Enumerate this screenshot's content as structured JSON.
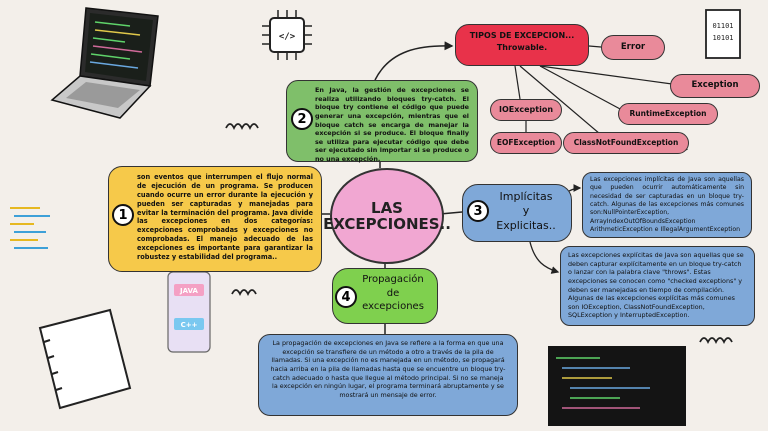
{
  "center_topic": "LAS EXCEPCIONES..",
  "exception_tree": {
    "root": "TIPOS DE EXCEPCION... Throwable.",
    "root_line1": "TIPOS DE EXCEPCION...",
    "root_line2": "Throwable.",
    "error": "Error",
    "exception": "Exception",
    "runtime": "RuntimeException",
    "ioexception": "IOException",
    "eofexception": "EOFException",
    "classnotfound": "ClassNotFoundException"
  },
  "sections": {
    "s1": {
      "number": "1",
      "text": "son eventos que interrumpen el flujo normal de ejecución de un programa. Se producen cuando ocurre un error durante la ejecución y pueden ser capturadas y manejadas para evitar la terminación del programa. Java divide las excepciones en dos categorías: excepciones comprobadas y excepciones no comprobadas. El manejo adecuado de las excepciones es importante para garantizar la robustez y estabilidad del programa.."
    },
    "s2": {
      "number": "2",
      "text": "En Java, la gestión de excepciones se realiza utilizando bloques try-catch. El bloque try contiene el código que puede generar una excepción, mientras que el bloque catch se encarga de manejar la excepción si se produce. El bloque finally se utiliza para ejecutar código que debe ser ejecutado sin importar si se produce o no una excepción."
    },
    "s3": {
      "number": "3",
      "title_line1": "Implícitas",
      "title_line2": "y",
      "title_line3": "Explicitas..",
      "implicit_text": "Las excepciones implícitas de Java son aquellas que pueden ocurrir automáticamente sin necesidad de ser capturadas en un bloque try-catch. Algunas de las excepciones más comunes son:NullPointerException, ArrayIndexOutOfBoundsException ArithmeticException e IllegalArgumentException",
      "explicit_text": "Las excepciones explícitas de Java son aquellas que se deben capturar explícitamente en un bloque try-catch o lanzar con la palabra clave \"throws\". Estas excepciones se conocen como \"checked exceptions\" y deben ser manejadas en tiempo de compilación. Algunas de las excepciones explícitas más comunes son IOException, ClassNotFoundException, SQLException y InterruptedException."
    },
    "s4": {
      "number": "4",
      "title_line1": "Propagación",
      "title_line2": "de",
      "title_line3": "excepciones",
      "text": "La propagación de excepciones en Java se refiere a la forma en que una excepción se transfiere de un método a otro a través de la pila de llamadas. Si una excepción no es manejada en un método, se propagará hacia arriba en la pila de llamadas hasta que se encuentre un bloque try-catch adecuado o hasta que llegue al método principal. Si no se maneja la excepción en ningún lugar, el programa terminará abruptamente y se mostrará un mensaje de error."
    }
  },
  "decorations": {
    "java_label": "JAVA",
    "cpp_label": "C++",
    "binary_line1": "01101",
    "binary_line2": "10101",
    "code_icon": "</>"
  },
  "colors": {
    "background": "#f3efea",
    "yellow": "#f6c94a",
    "green": "#7fbf6a",
    "blue": "#7fa8d8",
    "pink": "#f1a7d2",
    "red": "#e8324a",
    "rose": "#e98a9a"
  }
}
